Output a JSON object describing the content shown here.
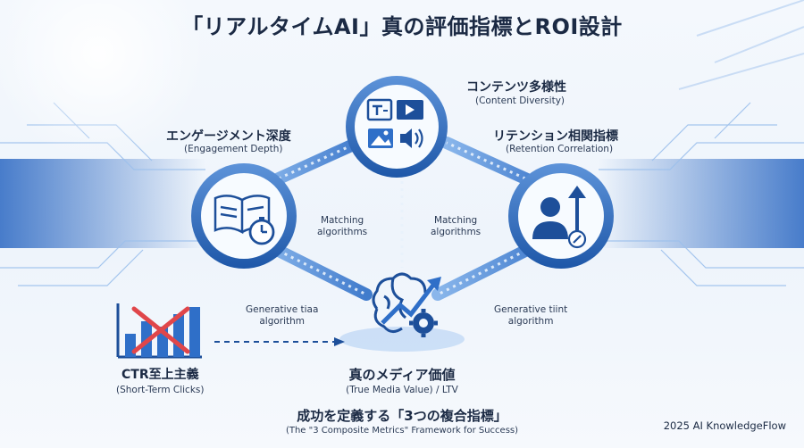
{
  "title": "「リアルタイムAI」真の評価指標とROI設計",
  "nodes": {
    "diversity": {
      "label_jp": "コンテンツ多様性",
      "label_en": "(Content Diversity)"
    },
    "engagement": {
      "label_jp": "エンゲージメント深度",
      "label_en": "(Engagement Depth)"
    },
    "retention": {
      "label_jp": "リテンション相関指標",
      "label_en": "(Retention Correlation)"
    },
    "true_value": {
      "label_jp": "真のメディア価値",
      "label_en": "(True Media Value) / LTV"
    },
    "ctr": {
      "label_jp": "CTR至上主義",
      "label_en": "(Short-Term Clicks)"
    }
  },
  "algorithms": {
    "left_matching": {
      "line1": "Matching",
      "line2": "algorithms"
    },
    "right_matching": {
      "line1": "Matching",
      "line2": "algorithms"
    },
    "left_generative": {
      "line1": "Generative tiaa",
      "line2": "algorithm"
    },
    "right_generative": {
      "line1": "Generative tiint",
      "line2": "algorithm"
    }
  },
  "footer": {
    "title_jp": "成功を定義する「3つの複合指標」",
    "subtitle_en": "(The \"3 Composite Metrics\" Framework for Success)"
  },
  "credit": "2025 AI KnowledgeFlow",
  "colors": {
    "accent": "#2f6fc8",
    "dark": "#1d4f9a",
    "light": "#cfe0f5",
    "cross": "#e0464a"
  },
  "icons": [
    "text-doc-icon",
    "video-icon",
    "image-icon",
    "speaker-icon",
    "book-icon",
    "stopwatch-icon",
    "person-icon",
    "up-arrow-icon",
    "brain-icon",
    "gear-icon",
    "bar-chart-icon"
  ]
}
